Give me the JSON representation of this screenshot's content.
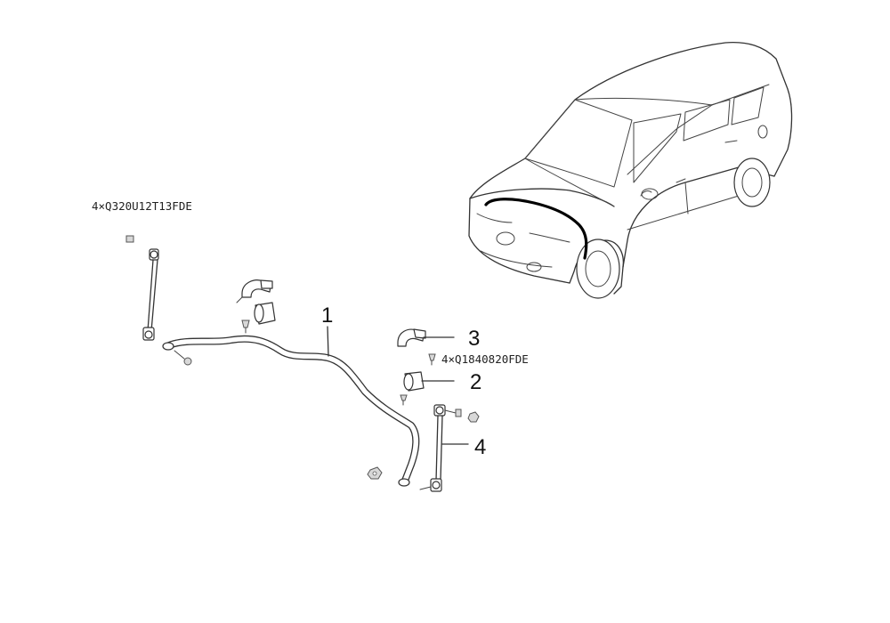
{
  "callouts": {
    "part_1": "1",
    "part_2": "2",
    "part_3": "3",
    "part_4": "4"
  },
  "fasteners": {
    "link_nut_spec": "4×Q320U12T13FDE",
    "bracket_bolt_spec": "4×Q1840820FDE"
  }
}
